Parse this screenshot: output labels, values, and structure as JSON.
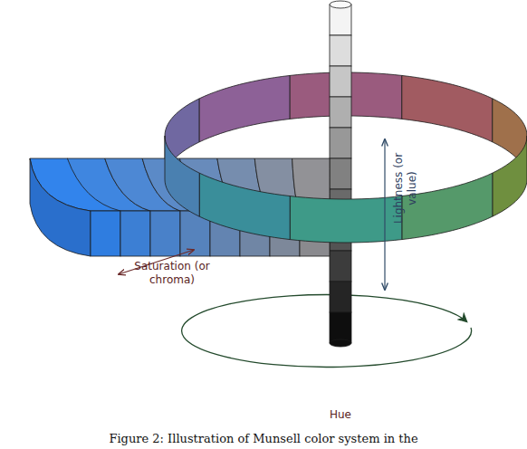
{
  "diagram": {
    "caption": "Figure 2: Illustration of Munsell color system in the",
    "labels": [
      "Saturation (or chroma)",
      "Lightness (or value)",
      "Hue"
    ]
  }
}
